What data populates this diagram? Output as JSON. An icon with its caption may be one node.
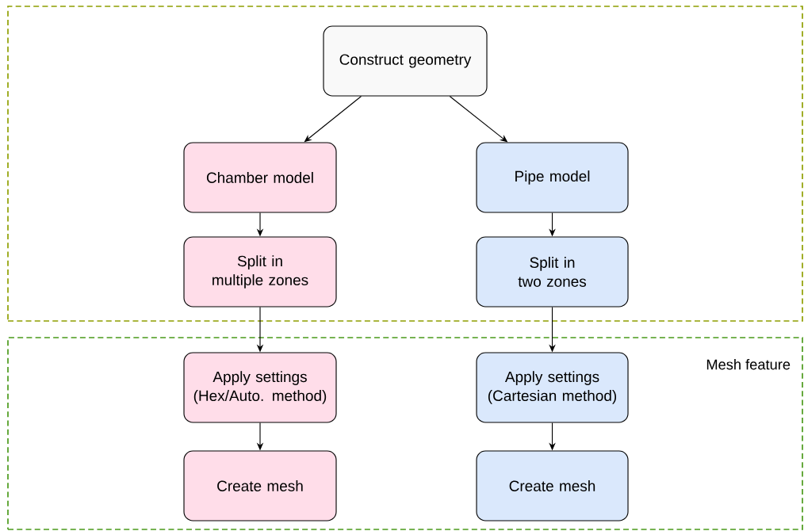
{
  "diagram": {
    "nodes": [
      {
        "text": [],
        "shape": "box"
      },
      {
        "text": [
          "Mesh feature"
        ]
      },
      {
        "text": [
          "Construct geometry"
        ],
        "in": 0
      },
      {
        "text": [
          "Chamber model"
        ],
        "in": 0
      },
      {
        "text": [
          "Split in multiple zones"
        ],
        "in": 0
      },
      {
        "text": [
          "Pipe model"
        ],
        "in": 0
      },
      {
        "text": [
          "Split in two zones"
        ],
        "in": 0
      },
      {
        "text": [
          "Apply settings (Hex/Auto. method)"
        ],
        "in": 1
      },
      {
        "text": [
          "Create mesh"
        ],
        "in": 1
      },
      {
        "text": [
          "Apply settings (Cartesian method)"
        ],
        "in": 1
      },
      {
        "text": [
          "Create mesh"
        ],
        "in": 1
      }
    ],
    "edges": [
      {
        "from": 2,
        "to": 3,
        "arrow": "to"
      },
      {
        "from": 2,
        "to": 5,
        "arrow": "to"
      },
      {
        "from": 3,
        "to": 4,
        "arrow": "to"
      },
      {
        "from": 4,
        "to": 7,
        "arrow": "to"
      },
      {
        "from": 7,
        "to": 8,
        "arrow": "to"
      },
      {
        "from": 5,
        "to": 6,
        "arrow": "to"
      },
      {
        "from": 6,
        "to": 9,
        "arrow": "to"
      },
      {
        "from": 9,
        "to": 10,
        "arrow": "to"
      }
    ]
  }
}
